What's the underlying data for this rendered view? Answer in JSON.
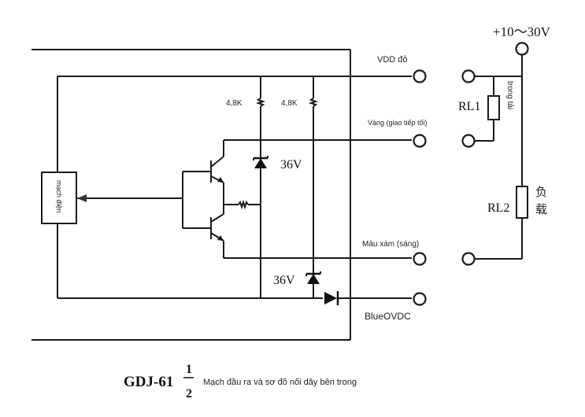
{
  "supply_label": "+10～30V",
  "labels": {
    "vdd": "VDD đỏ",
    "yellow": "Vàng (giao tiếp tối)",
    "grey": "Màu xám (sáng)",
    "blue": "BlueOVDC",
    "r1": "4,8K",
    "r2": "4,8K",
    "zener1": "36V",
    "zener2": "36V",
    "circuit_box": "mạch điện",
    "rl1": "RL1",
    "rl2": "RL2",
    "rl1_note": "trong tải",
    "rl2_note_1": "负",
    "rl2_note_2": "载"
  },
  "caption": {
    "model": "GDJ-61",
    "fraction_top": "1",
    "fraction_bottom": "2",
    "text": "Mạch đầu ra và sơ đồ nối dây bên trong"
  }
}
